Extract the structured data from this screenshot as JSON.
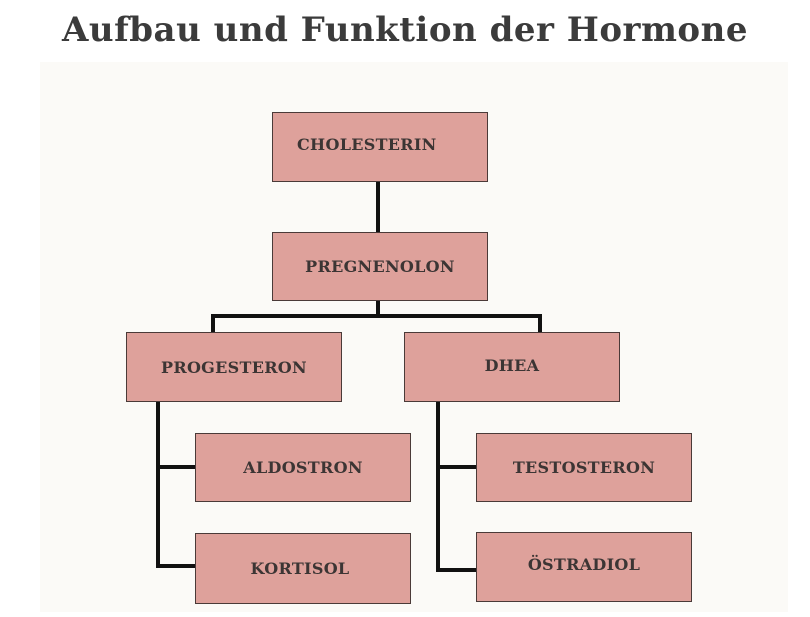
{
  "title": "Aufbau und Funktion der Hormone",
  "colors": {
    "node_fill": "#dea19b",
    "node_border": "#4a3a38",
    "connector": "#111111",
    "title_text": "#3b3b3b",
    "background": "#fbfaf7"
  },
  "nodes": {
    "cholesterin": "CHOLESTERIN",
    "pregnenolon": "PREGNENOLON",
    "progesteron": "PROGESTERON",
    "dhea": "DHEA",
    "aldostron": "ALDOSTRON",
    "kortisol": "KORTISOL",
    "testosteron": "TESTOSTERON",
    "ostradiol": "ÖSTRADIOL"
  },
  "edges": [
    [
      "cholesterin",
      "pregnenolon"
    ],
    [
      "pregnenolon",
      "progesteron"
    ],
    [
      "pregnenolon",
      "dhea"
    ],
    [
      "progesteron",
      "aldostron"
    ],
    [
      "progesteron",
      "kortisol"
    ],
    [
      "dhea",
      "testosteron"
    ],
    [
      "dhea",
      "ostradiol"
    ]
  ]
}
